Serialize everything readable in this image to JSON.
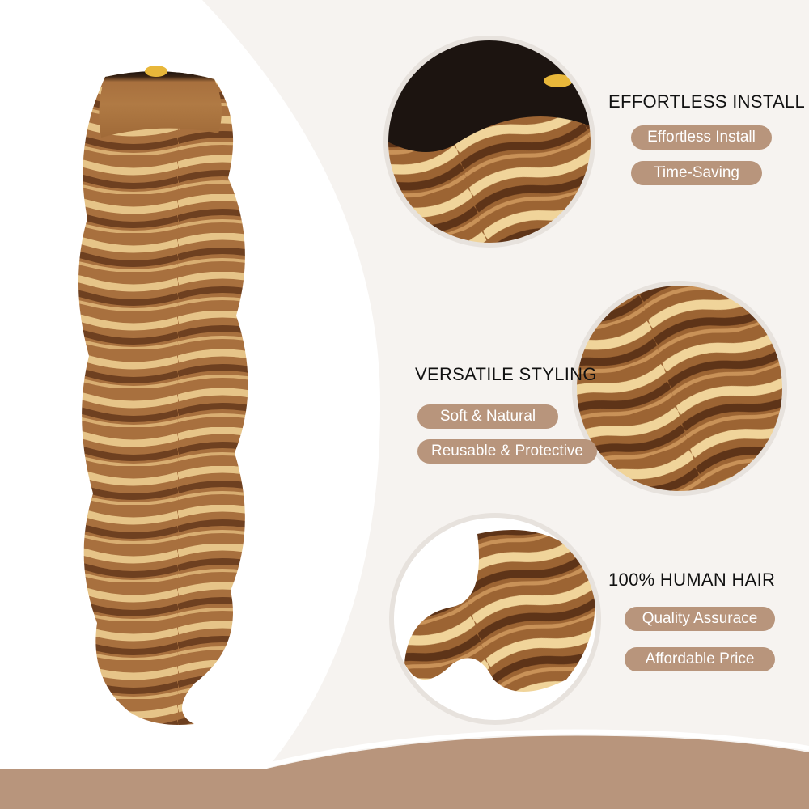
{
  "sections": [
    {
      "heading": "EFFORTLESS INSTALL",
      "pills": [
        "Effortless Install",
        "Time-Saving"
      ]
    },
    {
      "heading": "VERSATILE STYLING",
      "pills": [
        "Soft & Natural",
        "Reusable & Protective"
      ]
    },
    {
      "heading": "100% HUMAN HAIR",
      "pills": [
        "Quality Assurace",
        "Affordable Price"
      ]
    }
  ],
  "colors": {
    "background": "#f6f3f0",
    "pill": "#b8957c",
    "accent_band": "#b8957c",
    "hair_dark": "#6e4020",
    "hair_mid": "#a8703e",
    "hair_light": "#e6c488",
    "root": "#1c1410",
    "clip": "#e8b73a"
  },
  "icons": [
    "hair-bundle-image",
    "closeup-root-image",
    "closeup-wave-image",
    "closeup-curl-image"
  ]
}
